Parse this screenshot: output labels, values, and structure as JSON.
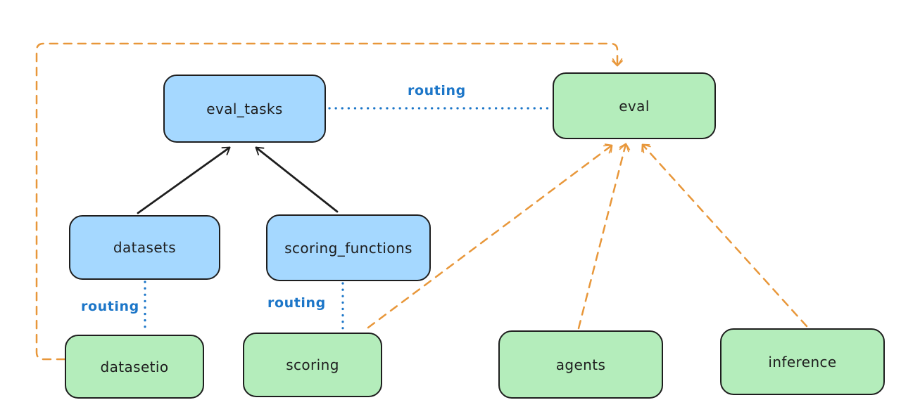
{
  "diagram": {
    "nodes": [
      {
        "id": "eval_tasks",
        "label": "eval_tasks",
        "fill": "blue"
      },
      {
        "id": "eval",
        "label": "eval",
        "fill": "green"
      },
      {
        "id": "datasets",
        "label": "datasets",
        "fill": "blue"
      },
      {
        "id": "scoring_functions",
        "label": "scoring_functions",
        "fill": "blue"
      },
      {
        "id": "datasetio",
        "label": "datasetio",
        "fill": "green"
      },
      {
        "id": "scoring",
        "label": "scoring",
        "fill": "green"
      },
      {
        "id": "agents",
        "label": "agents",
        "fill": "green"
      },
      {
        "id": "inference",
        "label": "inference",
        "fill": "green"
      }
    ],
    "edges": [
      {
        "from": "datasets",
        "to": "eval_tasks",
        "style": "solid-arrow",
        "color": "black",
        "label": ""
      },
      {
        "from": "scoring_functions",
        "to": "eval_tasks",
        "style": "solid-arrow",
        "color": "black",
        "label": ""
      },
      {
        "from": "eval_tasks",
        "to": "eval",
        "style": "dotted",
        "color": "blue",
        "label": "routing"
      },
      {
        "from": "datasets",
        "to": "datasetio",
        "style": "dotted",
        "color": "blue",
        "label": "routing"
      },
      {
        "from": "scoring_functions",
        "to": "scoring",
        "style": "dotted",
        "color": "blue",
        "label": "routing"
      },
      {
        "from": "datasetio",
        "to": "eval",
        "style": "dashed-arrow",
        "color": "orange",
        "label": ""
      },
      {
        "from": "scoring",
        "to": "eval",
        "style": "dashed-arrow",
        "color": "orange",
        "label": ""
      },
      {
        "from": "agents",
        "to": "eval",
        "style": "dashed-arrow",
        "color": "orange",
        "label": ""
      },
      {
        "from": "inference",
        "to": "eval",
        "style": "dashed-arrow",
        "color": "orange",
        "label": ""
      }
    ],
    "colors": {
      "blue_fill": "#a5d8ff",
      "green_fill": "#b4edbb",
      "stroke": "#1e1e1e",
      "orange_line": "#e8973a",
      "blue_line": "#1c76c8",
      "background": "#ffffff"
    }
  }
}
